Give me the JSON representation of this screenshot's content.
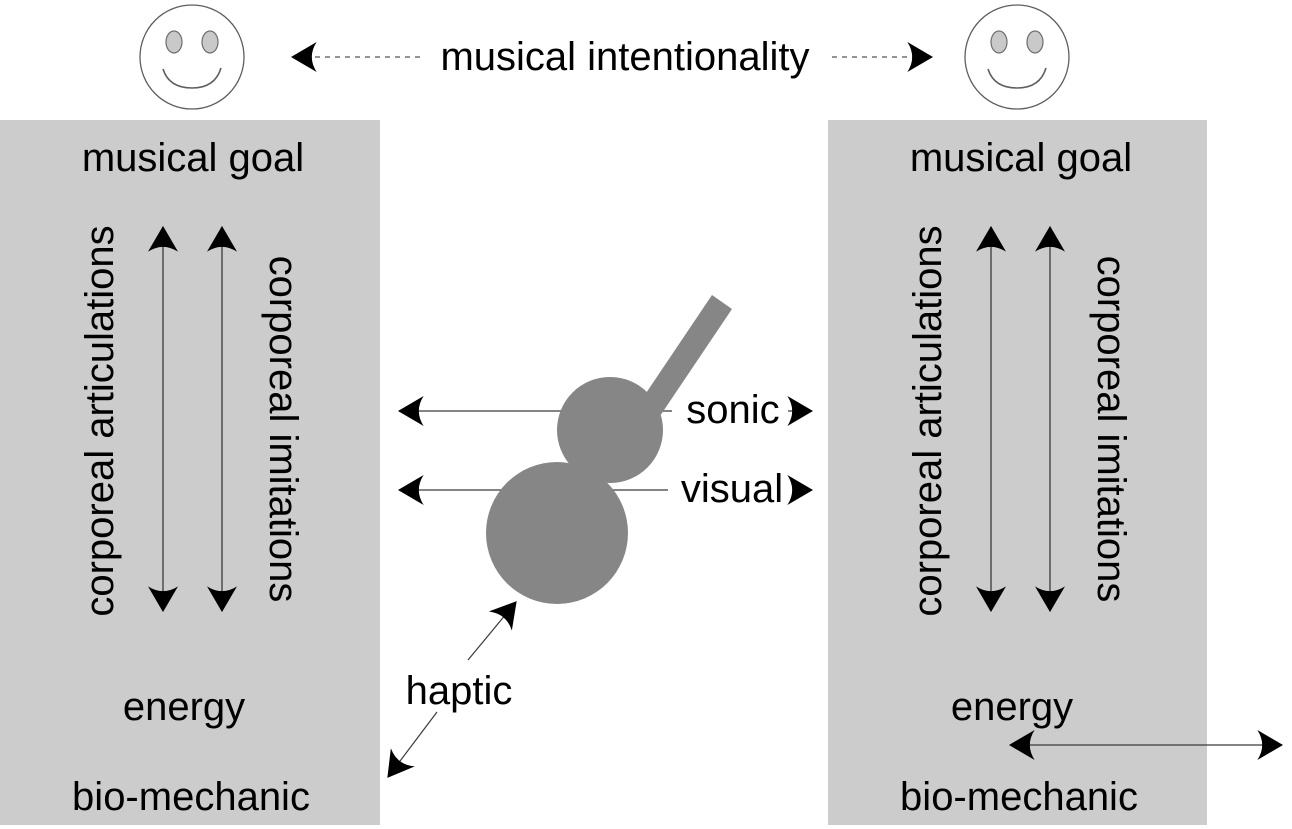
{
  "top": {
    "intentionality_label": "musical intentionality"
  },
  "left_person_box": {
    "musical_goal": "musical goal",
    "corporeal_articulations": "corporeal articulations",
    "corporeal_imitations": "corporeal imitations",
    "energy": "energy",
    "bio_mechanic": "bio-mechanic"
  },
  "right_person_box": {
    "musical_goal": "musical goal",
    "corporeal_articulations": "corporeal articulations",
    "corporeal_imitations": "corporeal imitations",
    "energy": "energy",
    "bio_mechanic": "bio-mechanic"
  },
  "instrument": {
    "sonic_label": "sonic",
    "visual_label": "visual",
    "haptic_label": "haptic"
  },
  "colors": {
    "box_background": "#cccccc",
    "instrument_gray": "#868686",
    "line": "#3a3a3a",
    "arrowhead": "#000000"
  },
  "icons": {
    "left_person": "smiley-face-icon",
    "right_person": "smiley-face-icon",
    "instrument_shape": "guitar-silhouette-icon"
  }
}
